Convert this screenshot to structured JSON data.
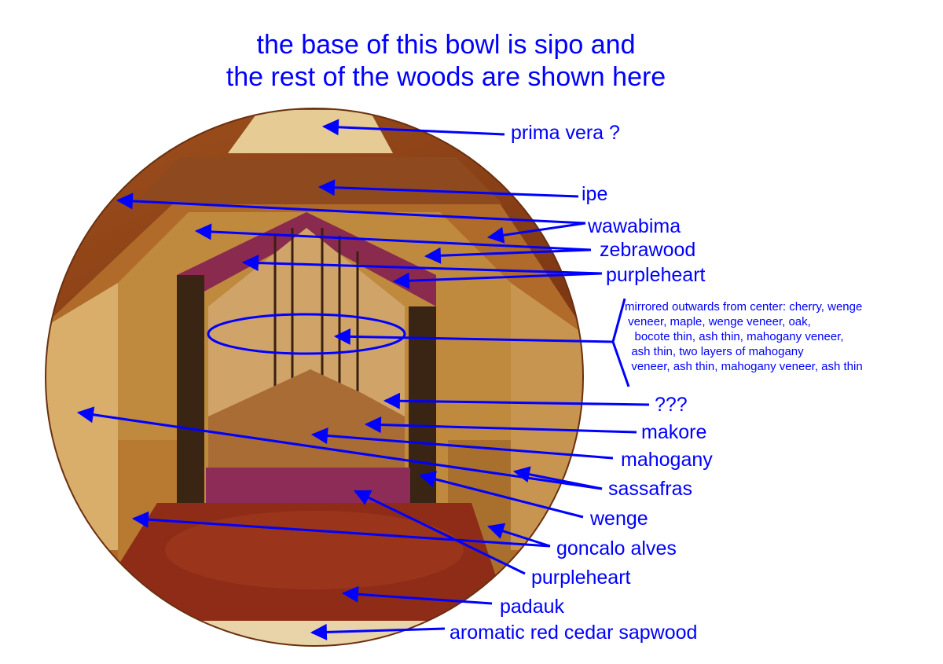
{
  "title": {
    "line1": "the base of this bowl is sipo and",
    "line2": "the rest of the woods are shown here"
  },
  "labels": {
    "prima_vera": "prima vera ?",
    "ipe": "ipe",
    "wawabima": "wawabima",
    "zebrawood": "zebrawood",
    "purpleheart_top": "purpleheart",
    "unknown": "???",
    "makore": "makore",
    "mahogany": "mahogany",
    "sassafras": "sassafras",
    "wenge": "wenge",
    "goncalo_alves": "goncalo alves",
    "purpleheart_bottom": "purpleheart",
    "padauk": "padauk",
    "cedar": "aromatic red cedar sapwood"
  },
  "center_note": {
    "line1": "mirrored outwards from center: cherry, wenge",
    "line2": " veneer, maple, wenge veneer, oak,",
    "line3": "   bocote thin, ash thin, mahogany veneer,",
    "line4": "  ash thin, two layers of mahogany",
    "line5": "  veneer, ash thin, mahogany veneer, ash thin"
  },
  "colors": {
    "annotation": "#0000ff"
  }
}
